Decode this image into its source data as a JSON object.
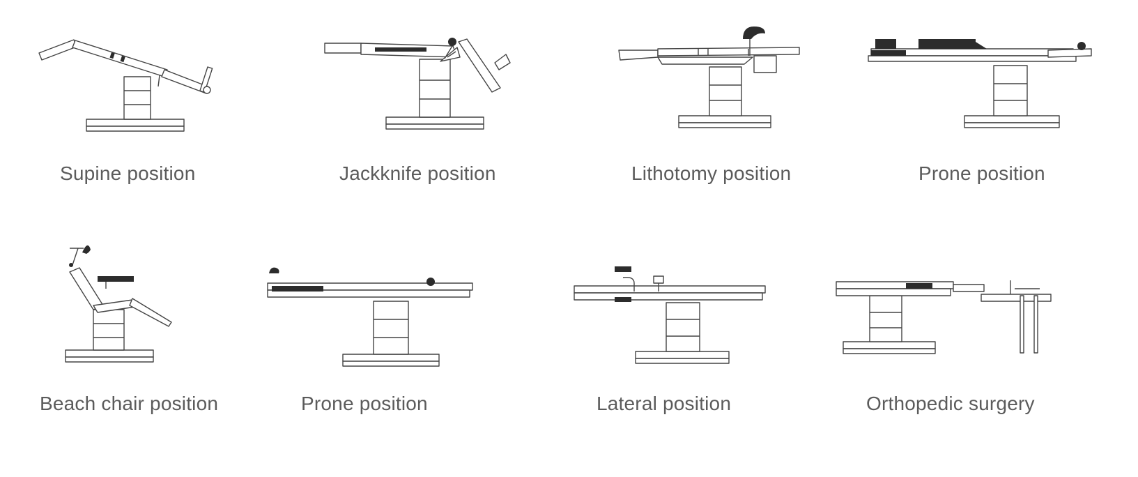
{
  "positions": [
    {
      "label": "Supine position",
      "icon": "supine-table-icon"
    },
    {
      "label": "Jackknife position",
      "icon": "jackknife-table-icon"
    },
    {
      "label": "Lithotomy position",
      "icon": "lithotomy-table-icon"
    },
    {
      "label": "Prone position",
      "icon": "prone-table-icon"
    },
    {
      "label": "Beach chair position",
      "icon": "beach-chair-table-icon"
    },
    {
      "label": "Prone position",
      "icon": "prone-table-icon"
    },
    {
      "label": "Lateral position",
      "icon": "lateral-table-icon"
    },
    {
      "label": "Orthopedic surgery",
      "icon": "orthopedic-table-icon"
    }
  ]
}
